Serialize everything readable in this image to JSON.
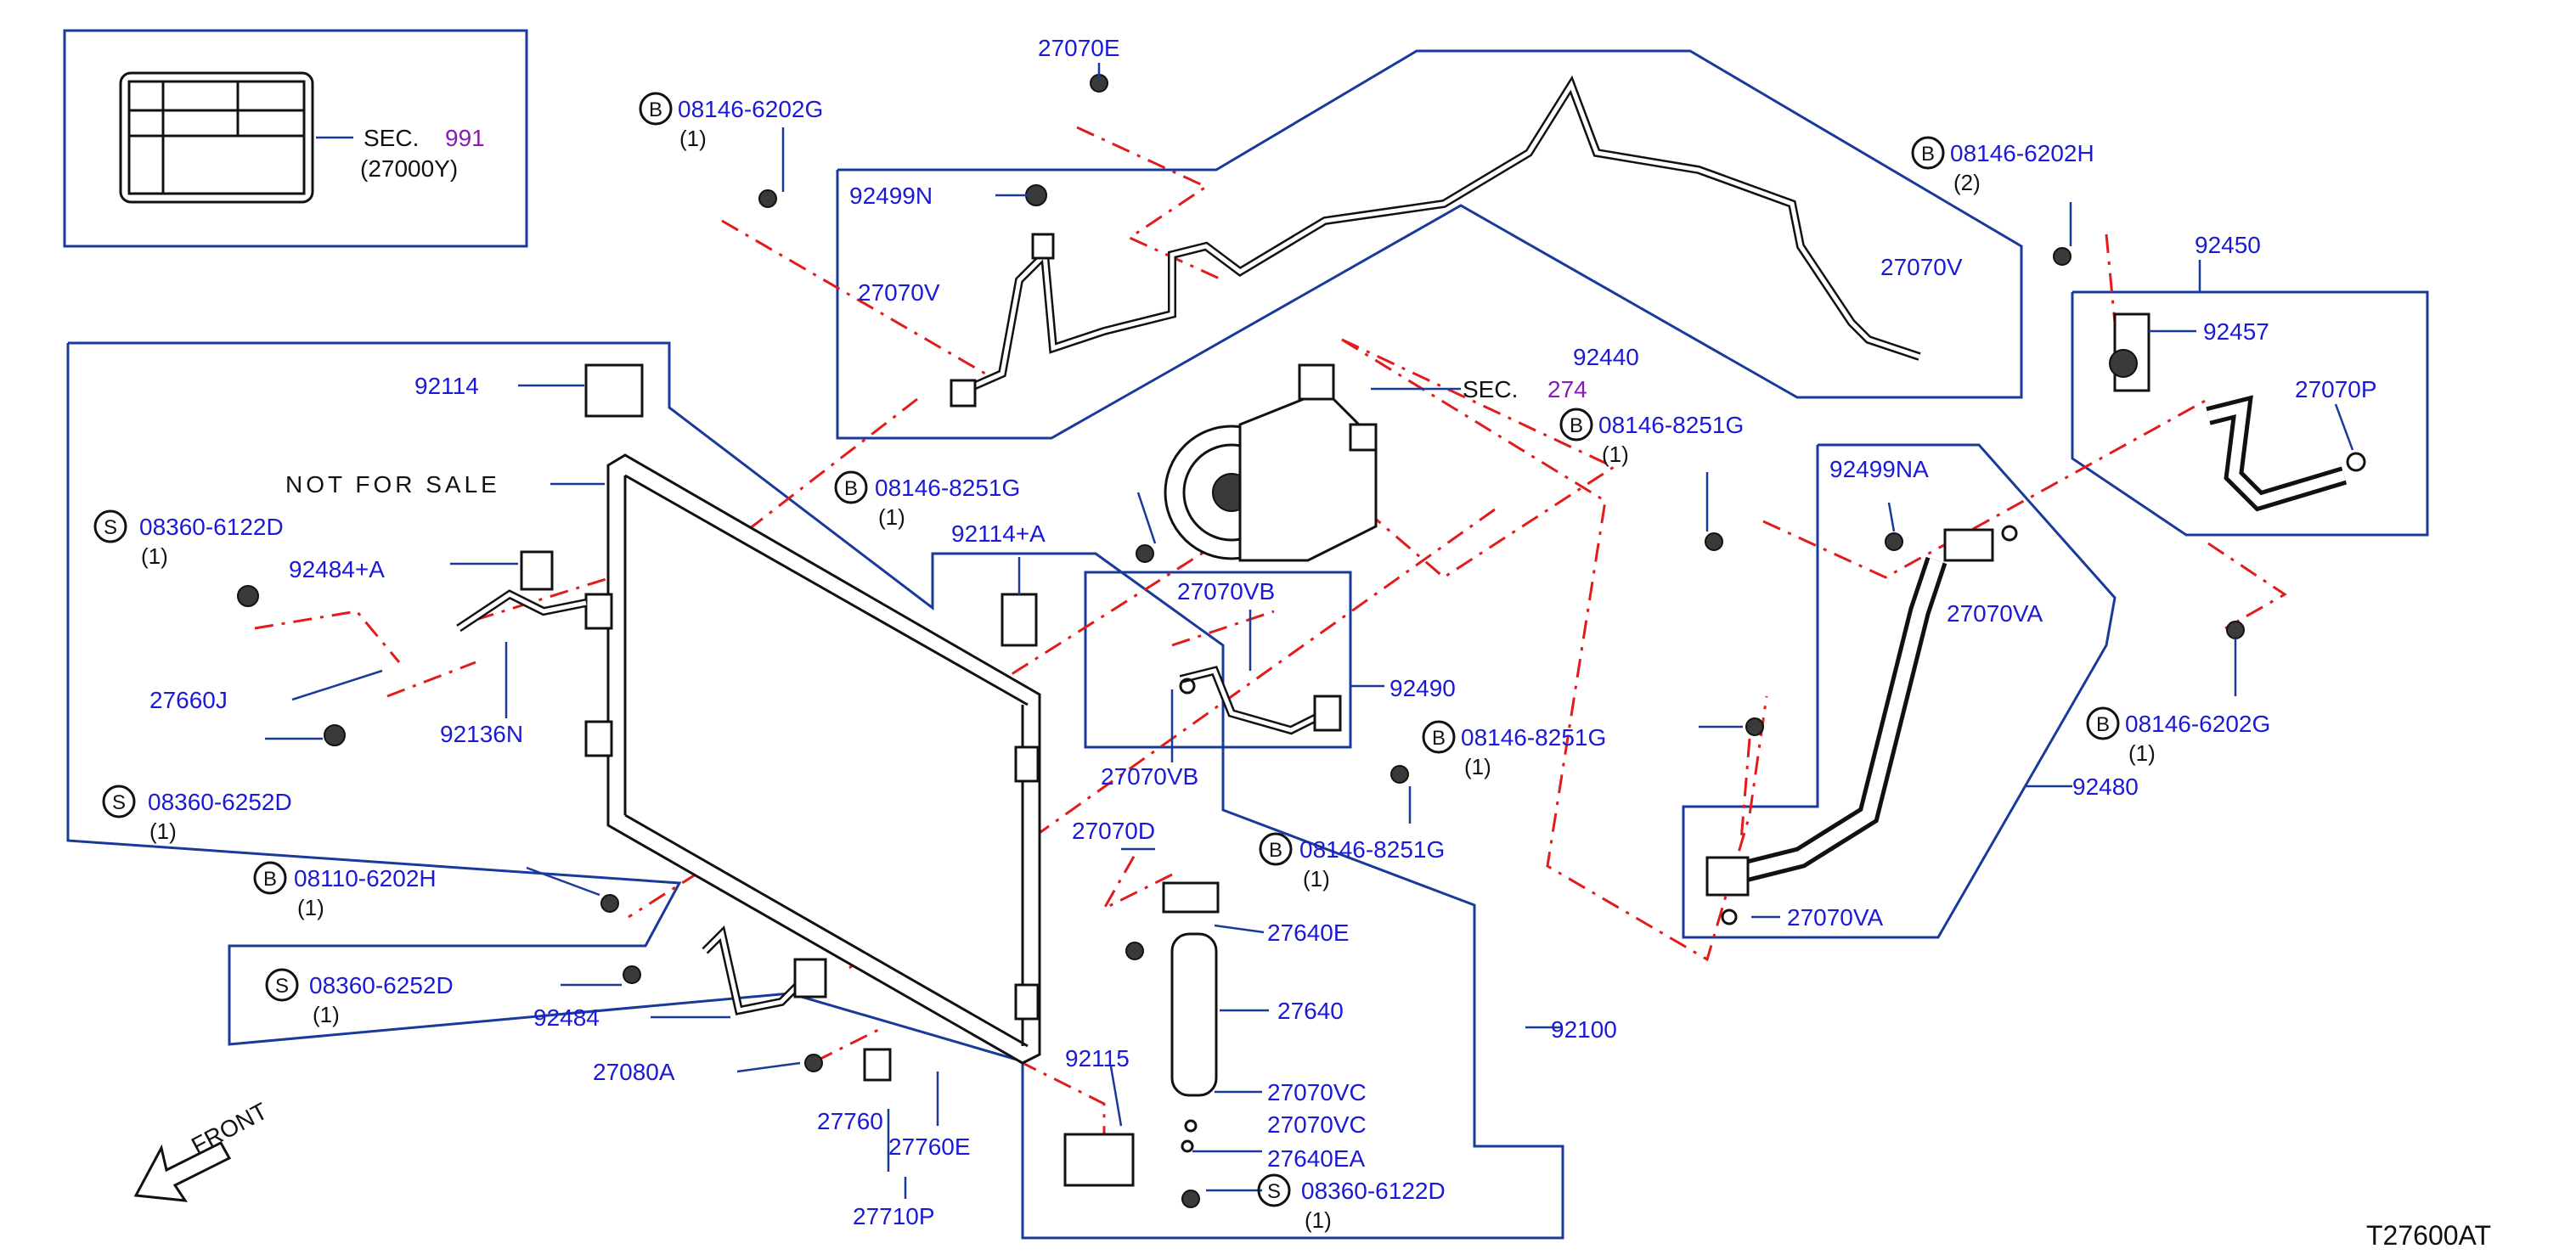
{
  "diagram_id": "T27600AT",
  "front_label": "FRONT",
  "label_box": {
    "sec_prefix": "SEC.",
    "sec_number": "991",
    "code": "(27000Y)"
  },
  "compressor_sec": {
    "prefix": "SEC.",
    "number": "274"
  },
  "not_for_sale": "NOT FOR SALE",
  "labels": {
    "p27070E": "27070E",
    "b_08146_6202G_top": "08146-6202G",
    "q_08146_6202G_top": "(1)",
    "p92499N": "92499N",
    "p27070V_left": "27070V",
    "b_08146_6202H": "08146-6202H",
    "q_08146_6202H": "(2)",
    "p27070V_right": "27070V",
    "p92440": "92440",
    "p92450": "92450",
    "p92457": "92457",
    "p27070P": "27070P",
    "p92114": "92114",
    "b_08146_8251G_a": "08146-8251G",
    "q_08146_8251G_a": "(1)",
    "b_08146_8251G_b": "08146-8251G",
    "q_08146_8251G_b": "(1)",
    "p92499NA": "92499NA",
    "p27070VA_top": "27070VA",
    "s_08360_6122D_left": "08360-6122D",
    "q_08360_6122D_left": "(1)",
    "p92484A": "92484+A",
    "p92114A": "92114+A",
    "p27070VB_top": "27070VB",
    "p92490": "92490",
    "p27660J": "27660J",
    "p92136N": "92136N",
    "b_08146_8251G_c": "08146-8251G",
    "q_08146_8251G_c": "(1)",
    "p27070VB_bottom": "27070VB",
    "b_08146_6202G_right": "08146-6202G",
    "q_08146_6202G_right": "(1)",
    "s_08360_6252D_left": "08360-6252D",
    "q_08360_6252D_left": "(1)",
    "p92480": "92480",
    "p27070D": "27070D",
    "b_08146_8251G_d": "08146-8251G",
    "q_08146_8251G_d": "(1)",
    "b_08110_6202H": "08110-6202H",
    "q_08110_6202H": "(1)",
    "p27070VA_bottom": "27070VA",
    "p27640E": "27640E",
    "s_08360_6252D_mid": "08360-6252D",
    "q_08360_6252D_mid": "(1)",
    "p92484": "92484",
    "p27640": "27640",
    "p92100": "92100",
    "p92115": "92115",
    "p27080A": "27080A",
    "p27070VC_a": "27070VC",
    "p27070VC_b": "27070VC",
    "p27760": "27760",
    "p27760E": "27760E",
    "p27640EA": "27640EA",
    "s_08360_6122D_bottom": "08360-6122D",
    "q_08360_6122D_bottom": "(1)",
    "p27710P": "27710P"
  },
  "circle_letters": {
    "bolt": "B",
    "screw": "S"
  },
  "colors": {
    "part_number": "#1a1ad6",
    "section_number": "#8a1ab8",
    "leader_box": "#1a3a9a",
    "dash_line": "#e21b1b"
  }
}
